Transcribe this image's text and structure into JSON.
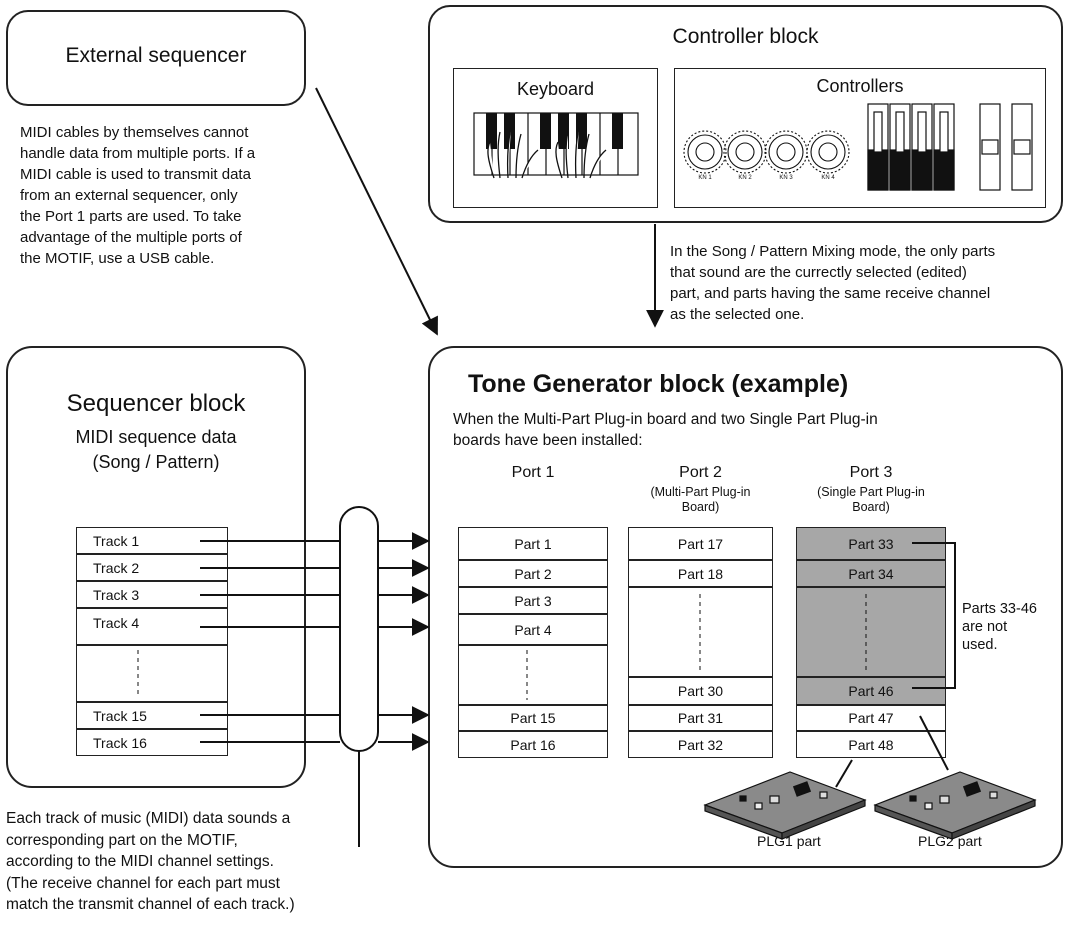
{
  "external_sequencer": {
    "title": "External sequencer",
    "note": "MIDI cables by themselves cannot\nhandle data from multiple ports. If a\nMIDI cable is used to transmit data\nfrom an external sequencer, only\nthe Port 1 parts are used. To take\nadvantage of the multiple ports of\nthe MOTIF, use a USB cable."
  },
  "controller_block": {
    "title": "Controller block",
    "keyboard_label": "Keyboard",
    "controllers_label": "Controllers",
    "knob_labels": [
      "KN 1",
      "KN 2",
      "KN 3",
      "KN 4"
    ],
    "note": "In the Song / Pattern Mixing mode, the only parts\nthat sound are the currectly selected (edited)\npart, and parts having the same receive channel\nas the selected one."
  },
  "sequencer_block": {
    "title": "Sequencer block",
    "subtitle_line1": "MIDI sequence data",
    "subtitle_line2": "(Song / Pattern)",
    "tracks": [
      "Track 1",
      "Track 2",
      "Track 3",
      "Track 4",
      "Track 15",
      "Track 16"
    ]
  },
  "bottom_note": "Each track of music (MIDI) data sounds a\ncorresponding part on the MOTIF,\naccording to the MIDI channel settings.\n(The receive channel for each part must\nmatch the transmit channel of each track.)",
  "tone_generator": {
    "title": "Tone Generator block (example)",
    "description": "When the Multi-Part Plug-in board and two Single Part Plug-in\nboards have been installed:",
    "ports": [
      {
        "label": "Port 1",
        "sub": "",
        "parts": [
          "Part 1",
          "Part 2",
          "Part 3",
          "Part 4",
          "Part 15",
          "Part 16"
        ]
      },
      {
        "label": "Port 2",
        "sub": "(Multi-Part Plug-in\nBoard)",
        "parts": [
          "Part 17",
          "Part 18",
          "Part 30",
          "Part 31",
          "Part 32"
        ]
      },
      {
        "label": "Port 3",
        "sub": "(Single Part Plug-in\nBoard)",
        "parts": [
          "Part 33",
          "Part 34",
          "Part 46",
          "Part 47",
          "Part 48"
        ]
      }
    ],
    "unused_note": "Parts 33-46\nare not\nused.",
    "plg1_label": "PLG1 part",
    "plg2_label": "PLG2 part",
    "colors": {
      "unused_fill": "#a7a7a7",
      "line": "#111111"
    }
  }
}
